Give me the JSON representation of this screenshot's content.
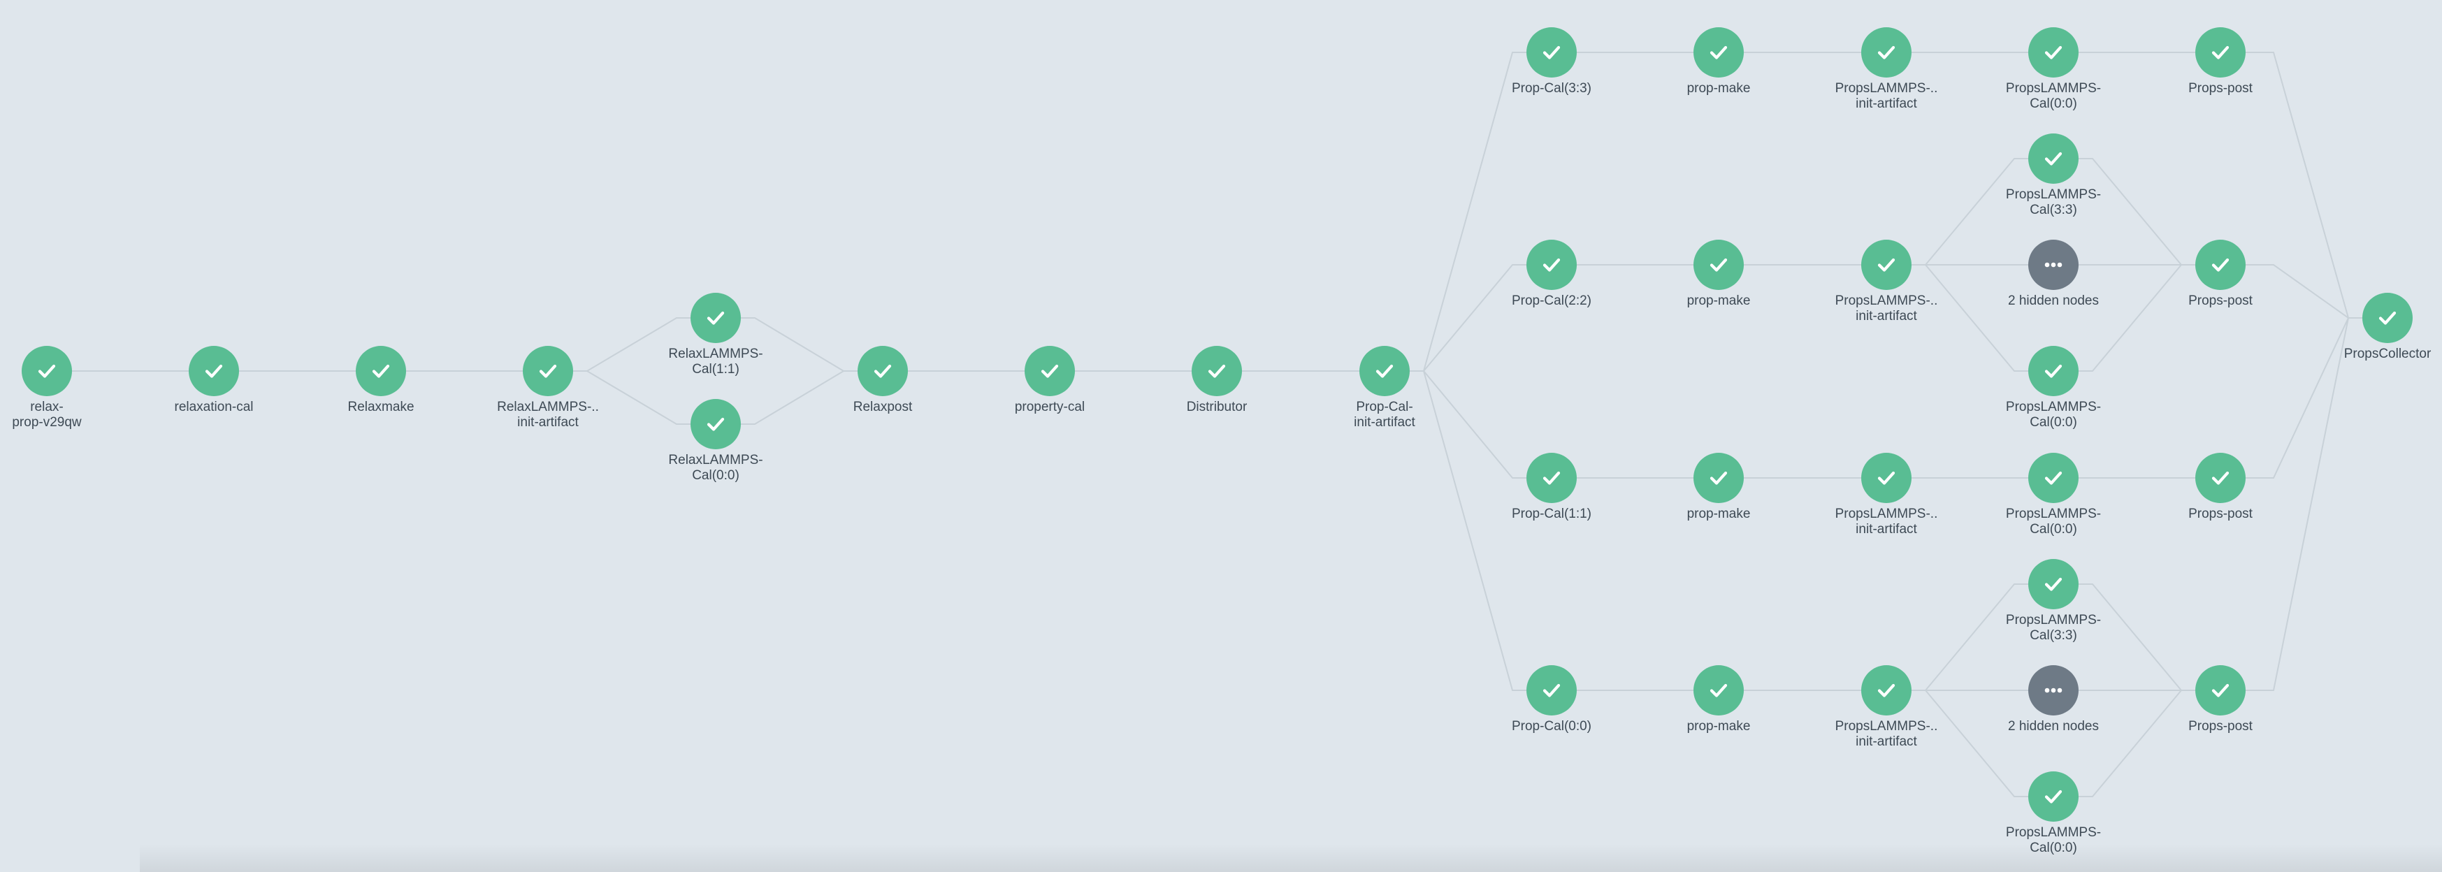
{
  "colors": {
    "background": "#dfe6ec",
    "succeeded": "#59bd93",
    "hidden": "#6e7a86",
    "edge": "#c8d1d8",
    "label": "#3e4a55"
  },
  "icons": {
    "succeeded": "check-icon",
    "hidden": "ellipsis-icon"
  },
  "nodes": [
    {
      "id": "n0",
      "label": "relax-\nprop-v29qw",
      "status": "succeeded"
    },
    {
      "id": "n1",
      "label": "relaxation-cal",
      "status": "succeeded"
    },
    {
      "id": "n2",
      "label": "Relaxmake",
      "status": "succeeded"
    },
    {
      "id": "n3",
      "label": "RelaxLAMMPS-..\ninit-artifact",
      "status": "succeeded"
    },
    {
      "id": "n4",
      "label": "RelaxLAMMPS-\nCal(1:1)",
      "status": "succeeded"
    },
    {
      "id": "n5",
      "label": "RelaxLAMMPS-\nCal(0:0)",
      "status": "succeeded"
    },
    {
      "id": "n6",
      "label": "Relaxpost",
      "status": "succeeded"
    },
    {
      "id": "n7",
      "label": "property-cal",
      "status": "succeeded"
    },
    {
      "id": "n8",
      "label": "Distributor",
      "status": "succeeded"
    },
    {
      "id": "n9",
      "label": "Prop-Cal-\ninit-artifact",
      "status": "succeeded"
    },
    {
      "id": "a1",
      "label": "Prop-Cal(3:3)",
      "status": "succeeded"
    },
    {
      "id": "a2",
      "label": "prop-make",
      "status": "succeeded"
    },
    {
      "id": "a3",
      "label": "PropsLAMMPS-..\ninit-artifact",
      "status": "succeeded"
    },
    {
      "id": "a4",
      "label": "PropsLAMMPS-\nCal(0:0)",
      "status": "succeeded"
    },
    {
      "id": "a5",
      "label": "Props-post",
      "status": "succeeded"
    },
    {
      "id": "b1",
      "label": "Prop-Cal(2:2)",
      "status": "succeeded"
    },
    {
      "id": "b2",
      "label": "prop-make",
      "status": "succeeded"
    },
    {
      "id": "b3",
      "label": "PropsLAMMPS-..\ninit-artifact",
      "status": "succeeded"
    },
    {
      "id": "b4t",
      "label": "PropsLAMMPS-\nCal(3:3)",
      "status": "succeeded"
    },
    {
      "id": "b4m",
      "label": "2 hidden nodes",
      "status": "hidden"
    },
    {
      "id": "b4b",
      "label": "PropsLAMMPS-\nCal(0:0)",
      "status": "succeeded"
    },
    {
      "id": "b5",
      "label": "Props-post",
      "status": "succeeded"
    },
    {
      "id": "c1",
      "label": "Prop-Cal(1:1)",
      "status": "succeeded"
    },
    {
      "id": "c2",
      "label": "prop-make",
      "status": "succeeded"
    },
    {
      "id": "c3",
      "label": "PropsLAMMPS-..\ninit-artifact",
      "status": "succeeded"
    },
    {
      "id": "c4",
      "label": "PropsLAMMPS-\nCal(0:0)",
      "status": "succeeded"
    },
    {
      "id": "c5",
      "label": "Props-post",
      "status": "succeeded"
    },
    {
      "id": "d1",
      "label": "Prop-Cal(0:0)",
      "status": "succeeded"
    },
    {
      "id": "d2",
      "label": "prop-make",
      "status": "succeeded"
    },
    {
      "id": "d3",
      "label": "PropsLAMMPS-..\ninit-artifact",
      "status": "succeeded"
    },
    {
      "id": "d4t",
      "label": "PropsLAMMPS-\nCal(3:3)",
      "status": "succeeded"
    },
    {
      "id": "d4m",
      "label": "2 hidden nodes",
      "status": "hidden"
    },
    {
      "id": "d4b",
      "label": "PropsLAMMPS-\nCal(0:0)",
      "status": "succeeded"
    },
    {
      "id": "d5",
      "label": "Props-post",
      "status": "succeeded"
    },
    {
      "id": "pc",
      "label": "PropsCollector",
      "status": "succeeded"
    }
  ],
  "edges": [
    [
      "n0",
      "n1"
    ],
    [
      "n1",
      "n2"
    ],
    [
      "n2",
      "n3"
    ],
    [
      "n3",
      "n4"
    ],
    [
      "n3",
      "n5"
    ],
    [
      "n4",
      "n6"
    ],
    [
      "n5",
      "n6"
    ],
    [
      "n6",
      "n7"
    ],
    [
      "n7",
      "n8"
    ],
    [
      "n8",
      "n9"
    ],
    [
      "n9",
      "a1"
    ],
    [
      "n9",
      "b1"
    ],
    [
      "n9",
      "c1"
    ],
    [
      "n9",
      "d1"
    ],
    [
      "a1",
      "a2"
    ],
    [
      "a2",
      "a3"
    ],
    [
      "a3",
      "a4"
    ],
    [
      "a4",
      "a5"
    ],
    [
      "b1",
      "b2"
    ],
    [
      "b2",
      "b3"
    ],
    [
      "b3",
      "b4t"
    ],
    [
      "b3",
      "b4m"
    ],
    [
      "b3",
      "b4b"
    ],
    [
      "b4t",
      "b5"
    ],
    [
      "b4m",
      "b5"
    ],
    [
      "b4b",
      "b5"
    ],
    [
      "c1",
      "c2"
    ],
    [
      "c2",
      "c3"
    ],
    [
      "c3",
      "c4"
    ],
    [
      "c4",
      "c5"
    ],
    [
      "d1",
      "d2"
    ],
    [
      "d2",
      "d3"
    ],
    [
      "d3",
      "d4t"
    ],
    [
      "d3",
      "d4m"
    ],
    [
      "d3",
      "d4b"
    ],
    [
      "d4t",
      "d5"
    ],
    [
      "d4m",
      "d5"
    ],
    [
      "d4b",
      "d5"
    ],
    [
      "a5",
      "pc"
    ],
    [
      "b5",
      "pc"
    ],
    [
      "c5",
      "pc"
    ],
    [
      "d5",
      "pc"
    ]
  ]
}
